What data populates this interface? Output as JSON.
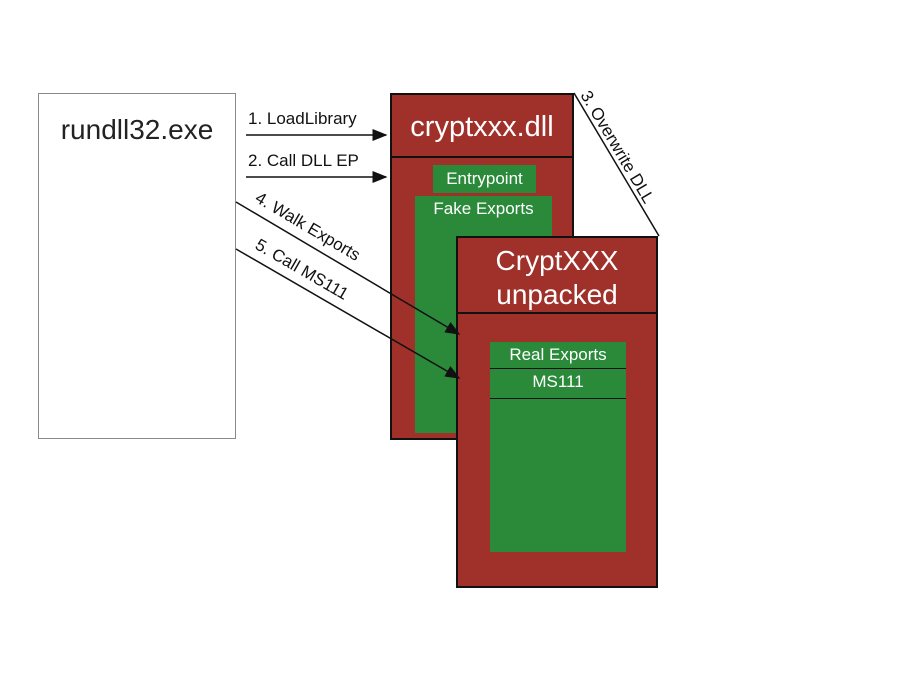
{
  "process": {
    "label": "rundll32.exe"
  },
  "dll": {
    "title": "cryptxxx.dll",
    "entrypoint": "Entrypoint",
    "fake_exports": "Fake Exports"
  },
  "unpacked": {
    "title_line1": "CryptXXX",
    "title_line2": "unpacked",
    "real_exports": "Real Exports",
    "export_name": "MS111"
  },
  "arrows": {
    "step1": "1. LoadLibrary",
    "step2": "2. Call DLL EP",
    "step3": "3. Overwrite DLL",
    "step4": "4. Walk Exports",
    "step5": "5. Call MS111"
  },
  "colors": {
    "container_red": "#a0302a",
    "section_green": "#2a8a3a"
  }
}
